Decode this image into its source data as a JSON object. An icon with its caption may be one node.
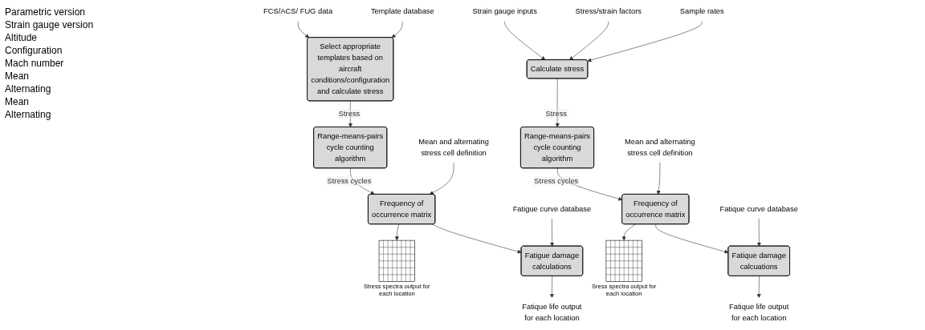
{
  "diagram": {
    "nodes": [
      {
        "text": [
          "Select appropriate templates based on aircraft conditions/configuration and calculate stress"
        ]
      },
      {
        "text": [
          "FCS/ACS/ FUG data"
        ]
      },
      {
        "text": [
          "Template database"
        ]
      },
      {
        "text": [
          "Range-means-pairs cycle counting algorithm"
        ]
      },
      {
        "text": [
          "Mean and alternating stress cell definition"
        ]
      },
      {
        "text": [
          "Frequency of occurrence matrix"
        ]
      },
      {
        "text": [],
        "shape": "picture",
        "beside": [
          "Stress spectra output for each location"
        ]
      },
      {
        "text": [
          "Fatigue curve database"
        ]
      },
      {
        "text": [
          "Fatigue damage calculations"
        ]
      },
      {
        "text": [
          "Fatique life output for each location"
        ]
      },
      {
        "text": [
          "Strain gauge inputs"
        ]
      },
      {
        "text": [
          "Stress/strain factors"
        ]
      },
      {
        "text": [
          "Sample rates"
        ]
      },
      {
        "text": [
          "Calculate stress"
        ]
      },
      {
        "text": [
          "Range-means-pairs cycle counting algorithm"
        ]
      },
      {
        "text": [
          "Mean and alternating stress cell definition"
        ]
      },
      {
        "text": [
          "Frequency of occurrence matrix"
        ]
      },
      {
        "text": [],
        "shape": "picture",
        "beside": [
          "Sress spectra output for each location"
        ]
      },
      {
        "text": [
          "Fatique curve database"
        ]
      },
      {
        "text": [
          "Fatique damage calcuations"
        ]
      },
      {
        "text": [
          "Fatique life output for each location"
        ]
      }
    ],
    "edges": [
      {
        "from": 1,
        "to": 0,
        "arrow": "to"
      },
      {
        "from": 2,
        "to": 0,
        "arrow": "to"
      },
      {
        "from": 0,
        "to": 3,
        "arrow": "to",
        "label": "Stress"
      },
      {
        "from": 3,
        "to": 5,
        "arrow": "to",
        "label": "Stress cycles"
      },
      {
        "from": 4,
        "to": 5,
        "arrow": "to"
      },
      {
        "from": 5,
        "to": 6,
        "arrow": "to"
      },
      {
        "from": 5,
        "to": 8,
        "arrow": "to"
      },
      {
        "from": 7,
        "to": 8,
        "arrow": "to"
      },
      {
        "from": 8,
        "to": 9,
        "arrow": "to"
      },
      {
        "from": 10,
        "to": 13,
        "arrow": "to"
      },
      {
        "from": 11,
        "to": 13,
        "arrow": "to"
      },
      {
        "from": 12,
        "to": 13,
        "arrow": "to"
      },
      {
        "from": 13,
        "to": 14,
        "arrow": "to",
        "label": "Stress"
      },
      {
        "from": 14,
        "to": 16,
        "arrow": "to",
        "label": "Stress cycles"
      },
      {
        "from": 15,
        "to": 16,
        "arrow": "to"
      },
      {
        "from": 16,
        "to": 17,
        "arrow": "to"
      },
      {
        "from": 16,
        "to": 19,
        "arrow": "to"
      },
      {
        "from": 18,
        "to": 19,
        "arrow": "to"
      },
      {
        "from": 19,
        "to": 20,
        "arrow": "to"
      }
    ],
    "labels": [
      "Parametric version",
      "Strain gauge version",
      "Altitude",
      "Configuration",
      "Mach number",
      "Mean",
      "Alternating",
      "Mean",
      "Alternating"
    ]
  }
}
